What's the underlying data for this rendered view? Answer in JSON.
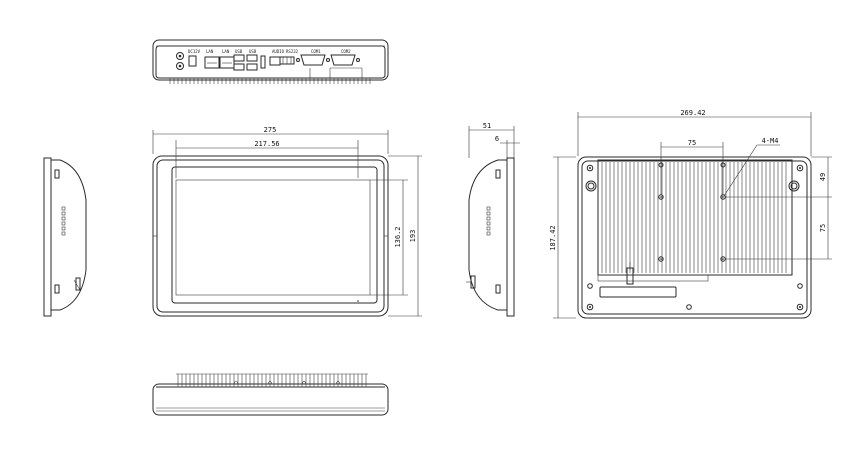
{
  "dimensions": {
    "front_width": "275",
    "front_active_width": "217.56",
    "front_height": "193",
    "front_active_height": "136.2",
    "side_depth": "51",
    "side_bezel": "6",
    "rear_width": "269.42",
    "rear_height": "187.42",
    "vesa_h": "75",
    "vesa_v": "75",
    "vesa_offset": "49",
    "screw_spec": "4-M4"
  },
  "port_labels": [
    "DC12V",
    "LAN",
    "LAN",
    "USB",
    "USB",
    "AUDIO",
    "RS232",
    "COM1",
    "COM2"
  ],
  "colors": {
    "line": "#2a2a2a",
    "background": "#ffffff"
  }
}
